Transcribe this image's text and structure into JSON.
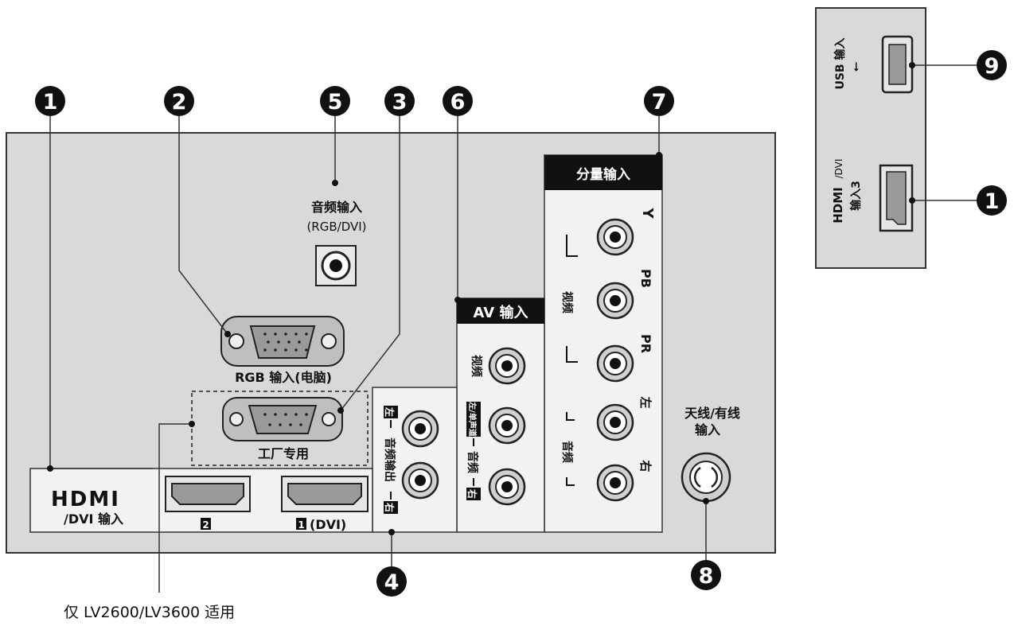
{
  "callouts": {
    "c1": "1",
    "c2": "2",
    "c3": "3",
    "c4": "4",
    "c5": "5",
    "c6": "6",
    "c7": "7",
    "c8": "8",
    "c9": "9"
  },
  "labels": {
    "audio_in_line1": "音频输入",
    "audio_in_line2": "(RGB/DVI)",
    "rgb_in": "RGB 输入(电脑)",
    "factory": "工厂专用",
    "hdmi_logo": "HDMI",
    "hdmi_dvi_in": "/DVI 输入",
    "hdmi_port2": "2",
    "hdmi_port1": "1",
    "hdmi_port1_suffix": "(DVI)",
    "audio_out_left": "左",
    "audio_out_text": "音频输出",
    "audio_out_right": "右",
    "av_in": "AV 输入",
    "av_video": "视频",
    "av_mono": "左/单声道",
    "av_audio": "音频",
    "av_right": "右",
    "component_in": "分量输入",
    "comp_y": "Y",
    "comp_pb": "PB",
    "comp_pr": "PR",
    "comp_video": "视频",
    "comp_left": "左",
    "comp_audio": "音频",
    "comp_right": "右",
    "antenna_line1": "天线/有线",
    "antenna_line2": "输入",
    "usb_in": "USB 输入",
    "side_hdmi_logo": "HDMI",
    "side_hdmi_dvi": "/DVI",
    "side_hdmi_in3": "输入3",
    "footnote": "仅 LV2600/LV3600 适用"
  }
}
